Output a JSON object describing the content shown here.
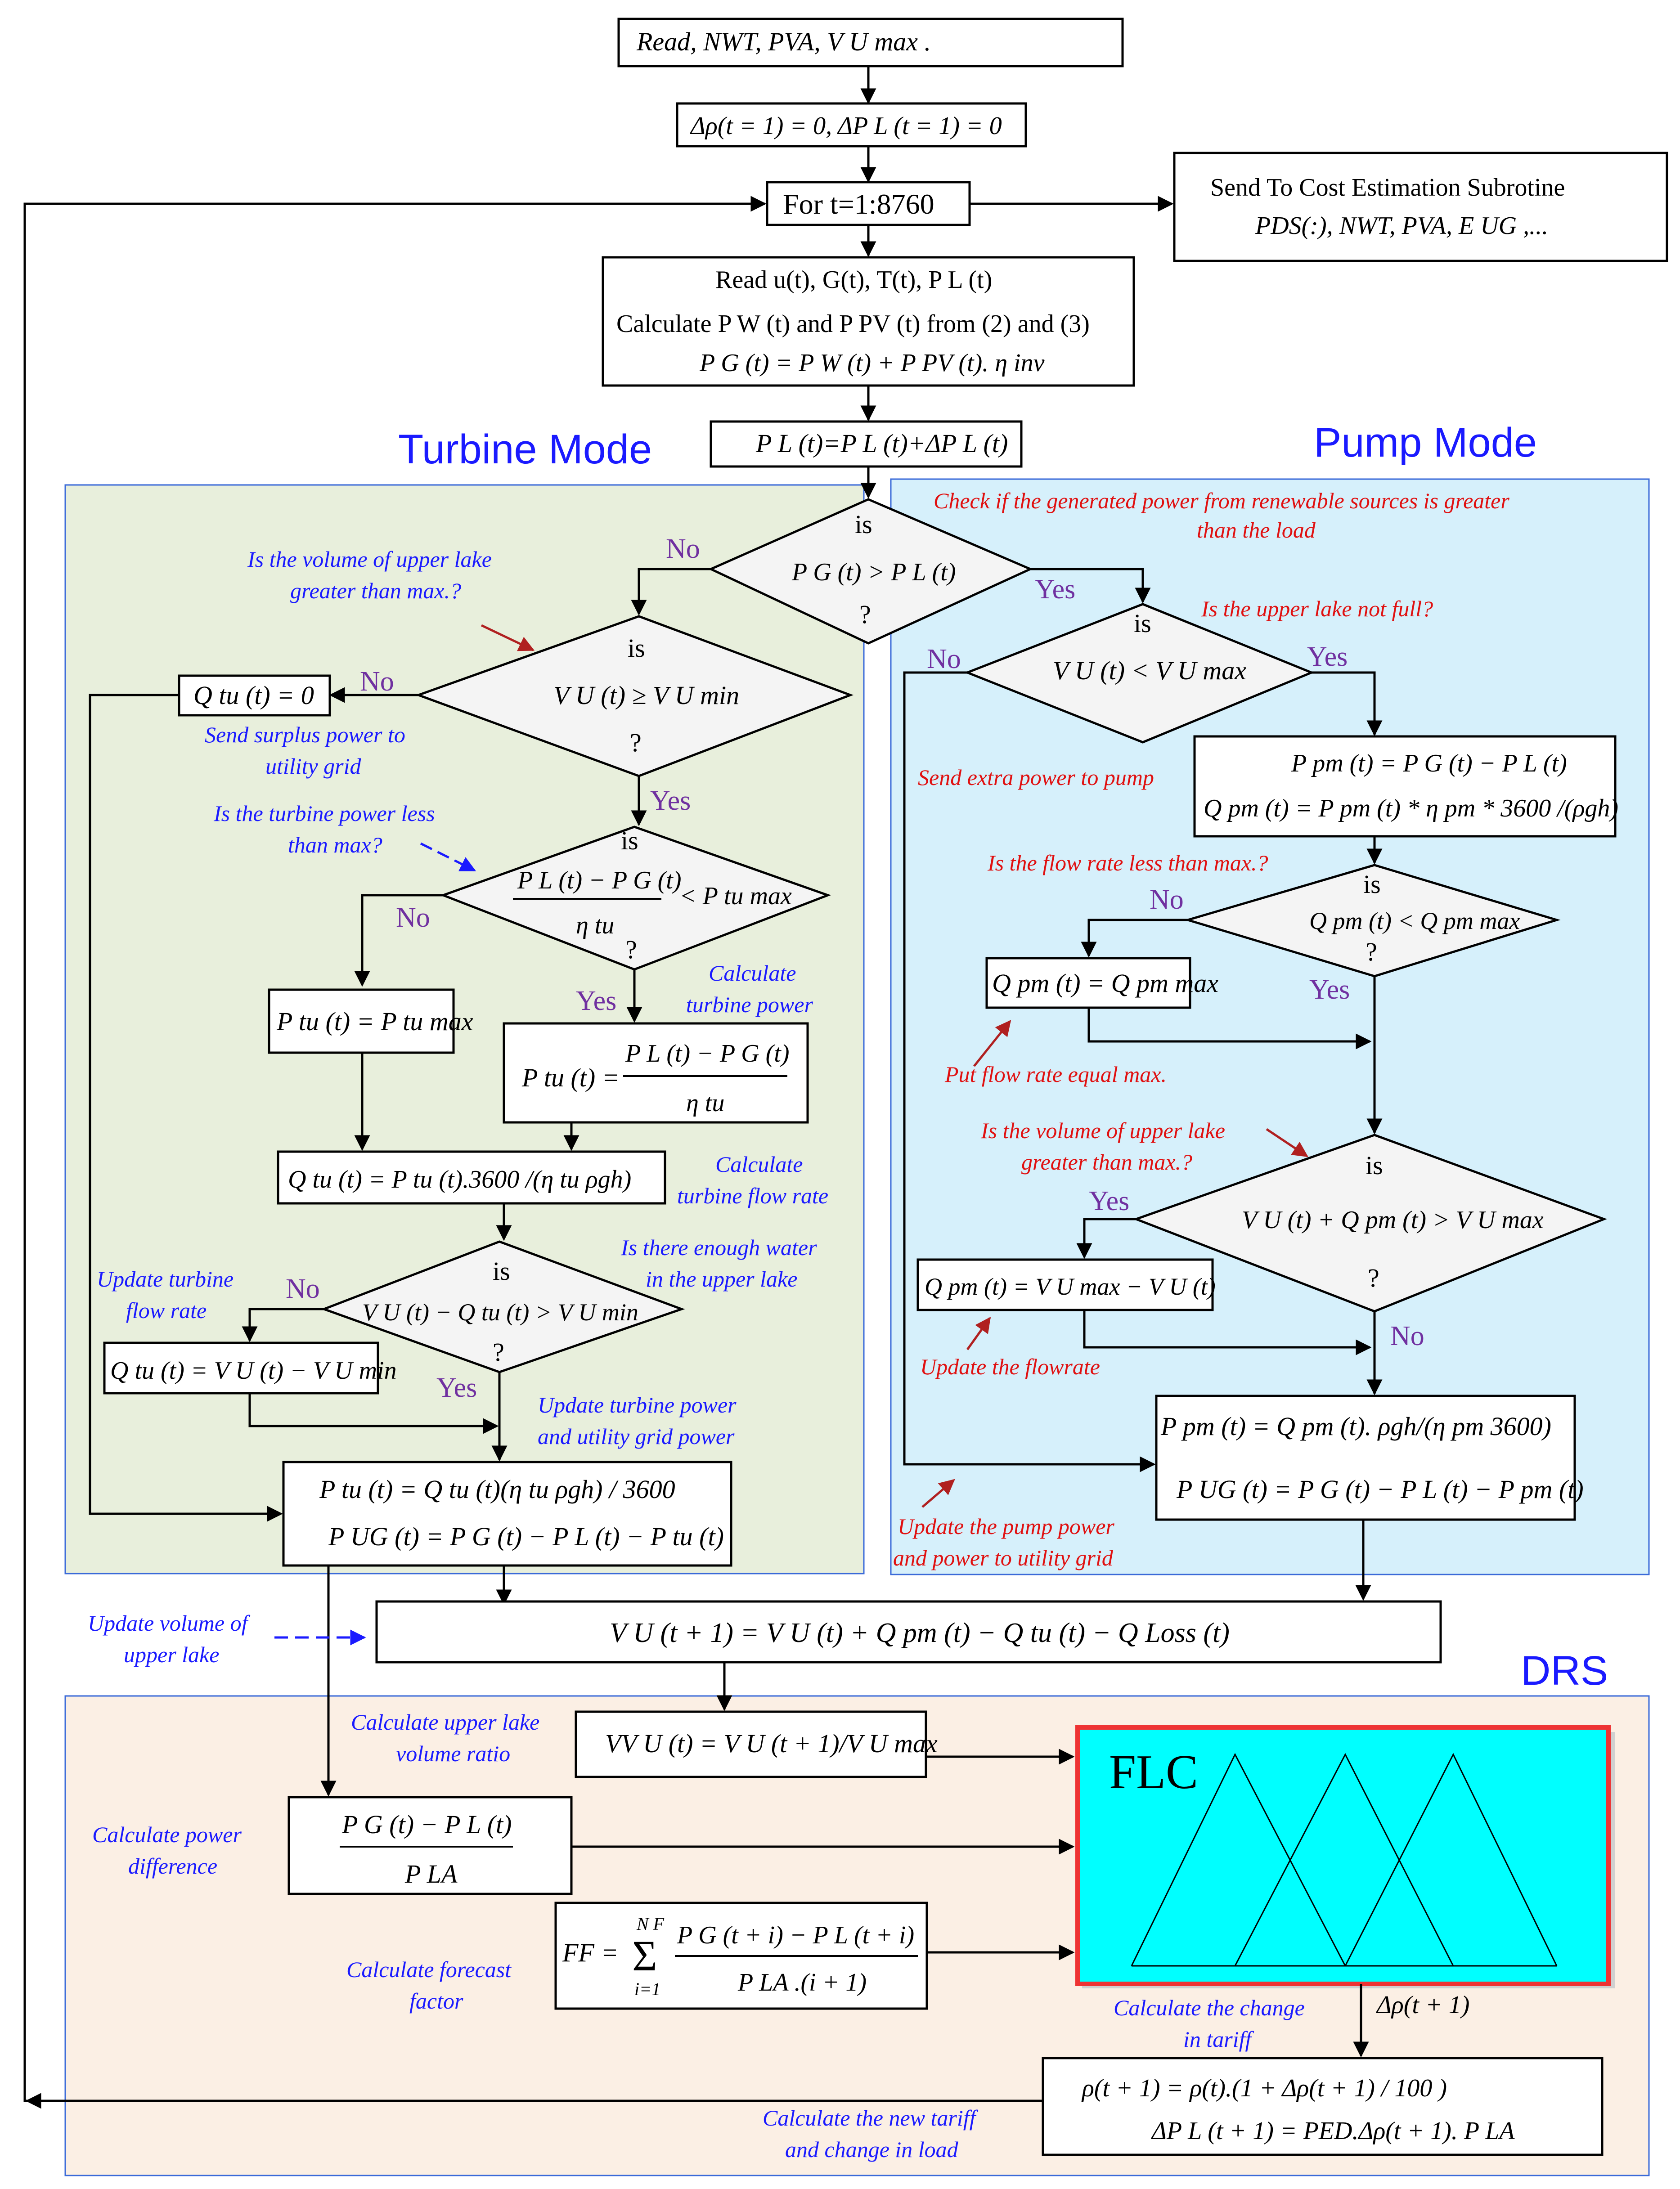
{
  "header": {
    "read_inputs": "Read, NWT, PVA,  V  U max .",
    "init": "Δρ(t = 1) = 0, ΔP L (t = 1) = 0",
    "loop": "For t=1:8760",
    "cost_line1": "Send To Cost Estimation Subrotine",
    "cost_line2": "PDS(:), NWT, PVA, E UG ,..."
  },
  "read_block": {
    "line1": "Read u(t), G(t), T(t), P L (t)",
    "line2": "Calculate P W (t) and P PV (t) from (2) and (3)",
    "line3": "P G (t) = P W (t) + P PV (t). η inv"
  },
  "load_update": "P L (t)=P L (t)+ΔP L (t)",
  "regions": {
    "turbine_title": "Turbine Mode",
    "pump_title": "Pump Mode",
    "drs_title": "DRS"
  },
  "main_decision": {
    "is": "is",
    "cond": "P G (t) > P L (t)",
    "q": "?",
    "no": "No",
    "yes": "Yes",
    "annotation_line1": "Check if the generated power from renewable sources is greater",
    "annotation_line2": "than the load"
  },
  "turbine": {
    "ann_volume_1": "Is the volume of upper lake",
    "ann_volume_2": "greater than max.?",
    "dec1_is": "is",
    "dec1_cond": "V U (t) ≥ V U min",
    "dec1_q": "?",
    "dec1_no": "No",
    "dec1_yes": "Yes",
    "qtu_zero": "Q tu (t) = 0",
    "ann_surplus_1": "Send surplus power to",
    "ann_surplus_2": "utility grid",
    "ann_tpower_1": "Is the turbine power less",
    "ann_tpower_2": "than max?",
    "dec2_is": "is",
    "dec2_num": "P L (t) − P G (t)",
    "dec2_den": "η tu",
    "dec2_rhs": "< P tu max",
    "dec2_q": "?",
    "dec2_no": "No",
    "dec2_yes": "Yes",
    "ann_calc_tp_1": "Calculate",
    "ann_calc_tp_2": "turbine power",
    "ptu_max": "P tu (t) = P tu max",
    "ptu_calc_lhs": "P tu (t) =",
    "ptu_calc_num": "P L (t) − P G (t)",
    "ptu_calc_den": "η tu",
    "qtu_calc": "Q tu (t) = P tu (t).3600 /(η tu ρgh)",
    "ann_flow_1": "Calculate",
    "ann_flow_2": "turbine flow rate",
    "ann_water_1": "Is there enough water",
    "ann_water_2": "in the upper lake",
    "dec3_is": "is",
    "dec3_cond": "V U (t) − Q tu (t) > V U min",
    "dec3_q": "?",
    "dec3_no": "No",
    "dec3_yes": "Yes",
    "ann_update_flow_1": "Update turbine",
    "ann_update_flow_2": "flow rate",
    "qtu_update": "Q tu (t) = V U (t) − V U min",
    "ann_update_power_1": "Update turbine power",
    "ann_update_power_2": "and utility grid power",
    "final_line1": "P tu (t) = Q tu (t)(η tu ρgh) / 3600",
    "final_line2": "P UG (t) = P G (t) − P L (t) − P tu (t)"
  },
  "pump": {
    "dec1_is": "is",
    "dec1_cond": "V U (t) < V U max",
    "dec1_no": "No",
    "dec1_yes": "Yes",
    "ann_notfull": "Is the upper lake not  full?",
    "ann_extra": "Send extra power to pump",
    "ppm_line1": "P pm (t) = P G (t) − P L (t)",
    "ppm_line2": "Q pm (t) = P pm (t) * η pm * 3600 /(ρgh)",
    "ann_flowmax": "Is the flow rate less than max.?",
    "dec2_is": "is",
    "dec2_cond": "Q pm (t) < Q pm max",
    "dec2_q": "?",
    "dec2_no": "No",
    "dec2_yes": "Yes",
    "qpm_max": "Q pm (t) = Q pm max",
    "ann_put_max": "Put  flow rate equal max.",
    "ann_vol_1": "Is the volume of upper lake",
    "ann_vol_2": "greater than max.?",
    "dec3_is": "is",
    "dec3_cond": "V U (t) + Q pm (t) > V U max",
    "dec3_q": "?",
    "dec3_yes": "Yes",
    "dec3_no": "No",
    "qpm_update": "Q pm (t) = V U max − V U (t)",
    "ann_update_flow": "Update the flowrate",
    "final_line1": "P pm (t) = Q pm (t). ρgh/(η pm 3600)",
    "final_line2": "P UG (t) = P G (t) − P L (t) − P pm (t)",
    "ann_update_1": "Update the pump power",
    "ann_update_2": "and power to utility grid"
  },
  "volume": {
    "ann_1": "Update volume of",
    "ann_2": "upper lake",
    "eq": "V U (t + 1) = V U (t) + Q pm (t) − Q tu (t) − Q Loss (t)"
  },
  "drs": {
    "ann_ratio_1": "Calculate upper lake",
    "ann_ratio_2": "volume ratio",
    "ratio_eq": "VV U (t) = V U (t + 1)/V U max",
    "ann_diff_1": "Calculate power",
    "ann_diff_2": "difference",
    "diff_num": "P G (t) − P L (t)",
    "diff_den": "P LA",
    "ann_ff_1": "Calculate forecast",
    "ann_ff_2": "factor",
    "ff_lhs": "FF =",
    "ff_sum_top": "N F",
    "ff_sum_bottom": "i=1",
    "ff_num": "P G (t + i) − P L (t + i)",
    "ff_den": "P LA .(i + 1)",
    "flc_label": "FLC",
    "ann_change_1": "Calculate the change",
    "ann_change_2": "in tariff",
    "delta_rho": "Δρ(t + 1)",
    "tariff_line1": "ρ(t + 1) =  ρ(t).(1 + Δρ(t + 1) / 100 )",
    "tariff_line2": "ΔP L (t + 1) = PED.Δρ(t + 1). P LA",
    "ann_tariff_1": "Calculate the new tariff",
    "ann_tariff_2": "and change in load"
  },
  "colors": {
    "turbine_bg": "#e8efdc",
    "pump_bg": "#d6f0fb",
    "drs_bg": "#fbefe4",
    "region_border": "#3a6ad8",
    "flc_fill": "#00ffff",
    "flc_border": "#ee3333",
    "ann_blue": "#1a1aff",
    "ann_red": "#e01010",
    "label_purple": "#7030a0"
  }
}
